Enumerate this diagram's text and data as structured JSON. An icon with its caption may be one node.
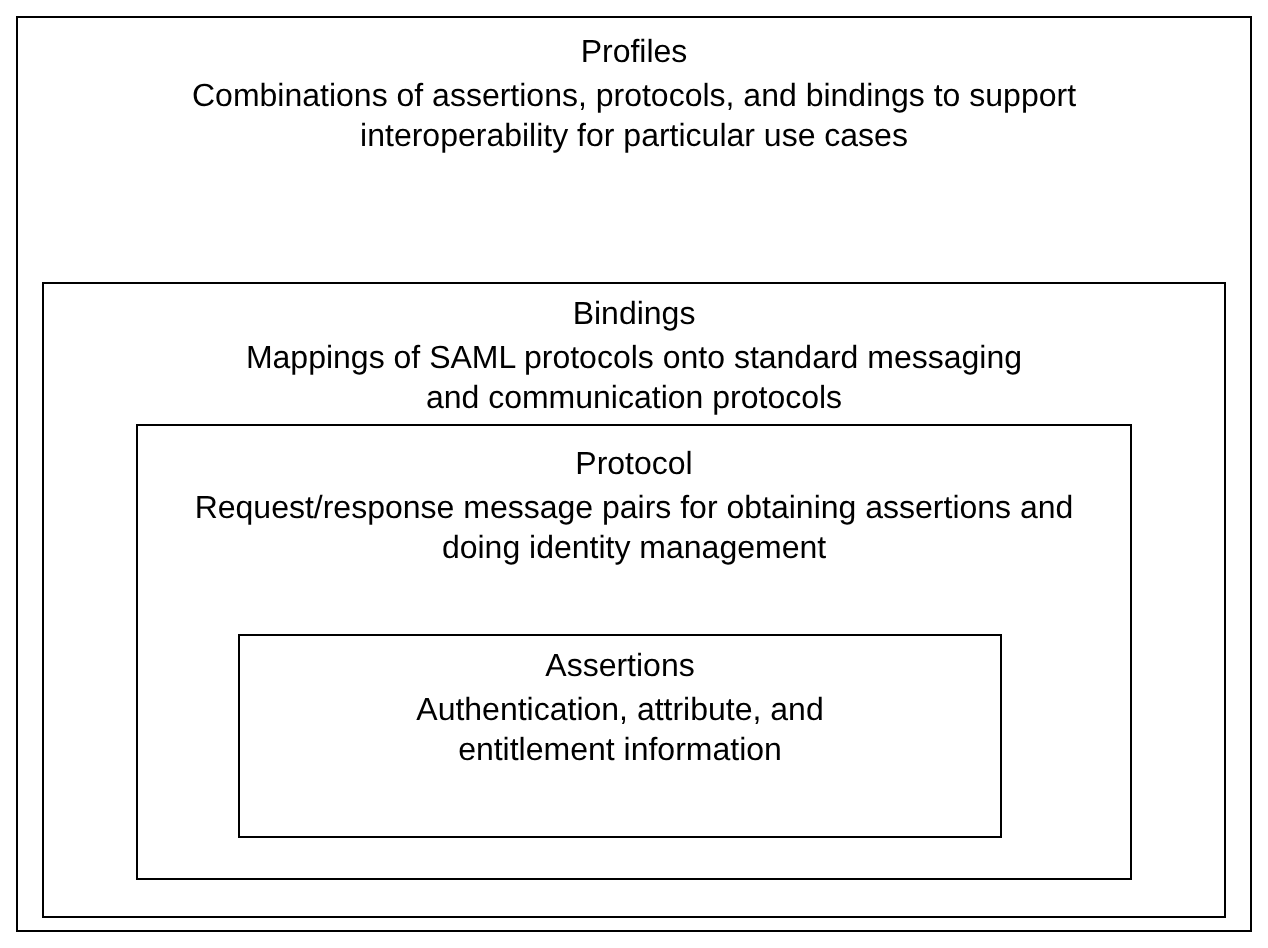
{
  "diagram": {
    "nodes": [
      {
        "text": [
          "Profiles",
          "Combinations of assertions, protocols, and bindings to support interoperability for particular use cases"
        ]
      },
      {
        "text": [
          "Bindings",
          "Mappings of SAML protocols onto standard messaging and communication protocols"
        ],
        "in": 0
      },
      {
        "text": [
          "Protocol",
          "Request/response message pairs for obtaining assertions and doing identity management"
        ],
        "in": 1
      },
      {
        "text": [
          "Assertions",
          "Authentication, attribute, and entitlement information"
        ],
        "in": 2
      }
    ]
  }
}
